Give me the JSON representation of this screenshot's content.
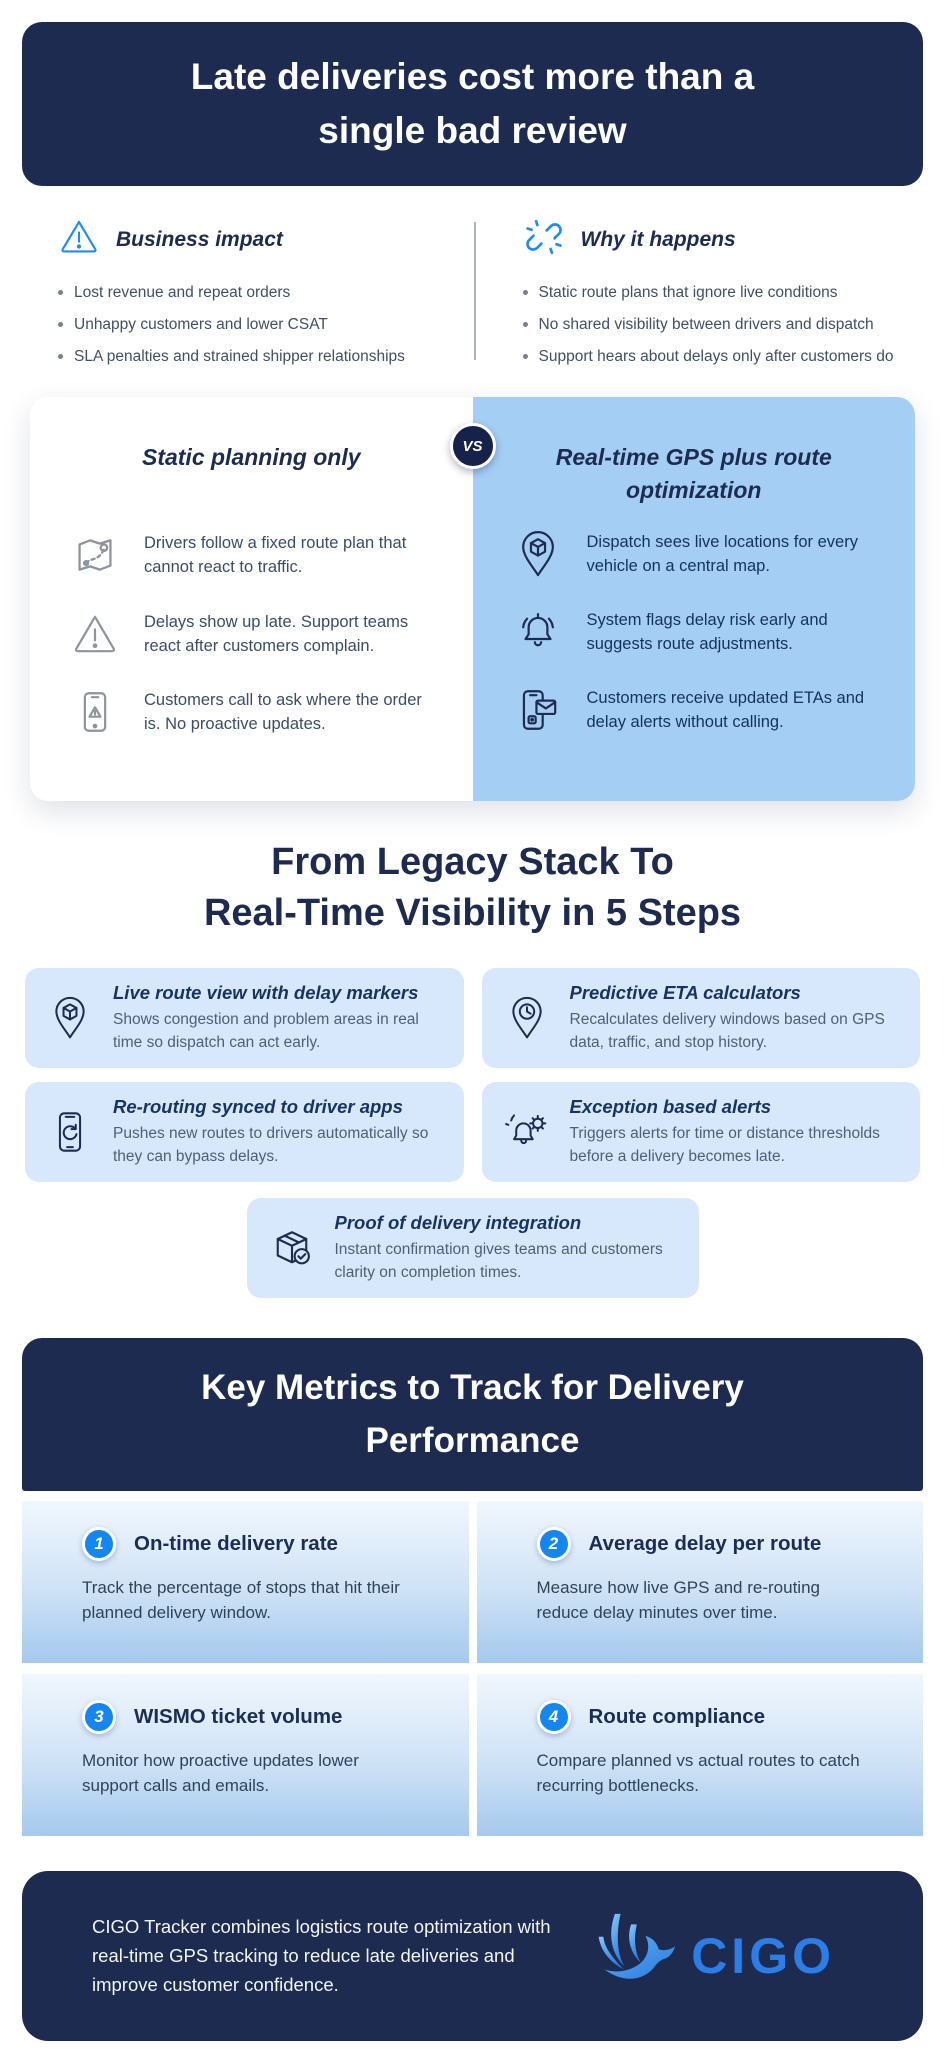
{
  "header": {
    "title_line1": "Late deliveries cost more than a",
    "title_line2": "single bad review"
  },
  "impact": {
    "icon": "warning-triangle-icon",
    "heading": "Business impact",
    "bullets": [
      "Lost revenue and repeat orders",
      "Unhappy customers and lower CSAT",
      "SLA penalties and strained shipper relationships"
    ]
  },
  "causes": {
    "icon": "broken-link-icon",
    "heading": "Why it happens",
    "bullets": [
      "Static route plans that ignore live conditions",
      "No shared visibility between drivers and dispatch",
      "Support hears about delays only after customers do"
    ]
  },
  "comparison": {
    "vs_label": "VS",
    "left": {
      "title": "Static planning only",
      "items": [
        {
          "icon": "map-route-icon",
          "text": "Drivers follow a fixed route plan that cannot react to traffic."
        },
        {
          "icon": "warning-triangle-icon",
          "text": "Delays show up late. Support teams react after customers complain."
        },
        {
          "icon": "phone-alert-icon",
          "text": "Customers call to ask where the order is. No proactive updates."
        }
      ]
    },
    "right": {
      "title": "Real-time GPS plus route optimization",
      "items": [
        {
          "icon": "package-pin-icon",
          "text": "Dispatch sees live locations for every vehicle on a central map."
        },
        {
          "icon": "bell-ringing-icon",
          "text": "System flags delay risk early and suggests route adjustments."
        },
        {
          "icon": "phone-message-icon",
          "text": "Customers receive updated ETAs and delay alerts without calling."
        }
      ]
    }
  },
  "steps_section": {
    "title_line1": "From Legacy Stack To",
    "title_line2": "Real-Time Visibility in 5 Steps",
    "steps": [
      {
        "icon": "package-pin-icon",
        "title": "Live route view with delay markers",
        "description": "Shows congestion and problem areas in real time so dispatch can act early."
      },
      {
        "icon": "clock-pin-icon",
        "title": "Predictive ETA calculators",
        "description": "Recalculates delivery windows based on GPS data, traffic, and stop history."
      },
      {
        "icon": "phone-sync-icon",
        "title": "Re-routing synced to driver apps",
        "description": "Pushes new routes to drivers automatically so they can bypass delays."
      },
      {
        "icon": "bell-gear-icon",
        "title": "Exception based alerts",
        "description": "Triggers alerts for time or distance thresholds before a delivery becomes late."
      },
      {
        "icon": "box-check-icon",
        "title": "Proof of delivery integration",
        "description": "Instant confirmation gives teams and customers clarity on completion times."
      }
    ]
  },
  "metrics_section": {
    "title_line1": "Key Metrics to Track for Delivery",
    "title_line2": "Performance",
    "metrics": [
      {
        "number": "1",
        "title": "On-time delivery rate",
        "description": "Track the percentage of stops that hit their planned delivery window."
      },
      {
        "number": "2",
        "title": "Average delay per route",
        "description": "Measure how live GPS and re-routing reduce delay minutes over time."
      },
      {
        "number": "3",
        "title": "WISMO ticket volume",
        "description": "Monitor how proactive updates lower support calls and emails."
      },
      {
        "number": "4",
        "title": "Route compliance",
        "description": "Compare planned vs actual routes to catch recurring bottlenecks."
      }
    ]
  },
  "footer": {
    "text": "CIGO Tracker combines logistics route optimization with real-time GPS tracking to reduce late deliveries and improve customer confidence.",
    "logo_icon": "cigo-bird-icon",
    "logo_text": "CIGO"
  },
  "colors": {
    "navy": "#1e2b50",
    "accent_blue": "#1486f0",
    "icon_blue": "#1d8af5",
    "panel_blue": "#a5cef5",
    "card_blue": "#d7e8fc",
    "logo_blue": "#2b7de8"
  }
}
